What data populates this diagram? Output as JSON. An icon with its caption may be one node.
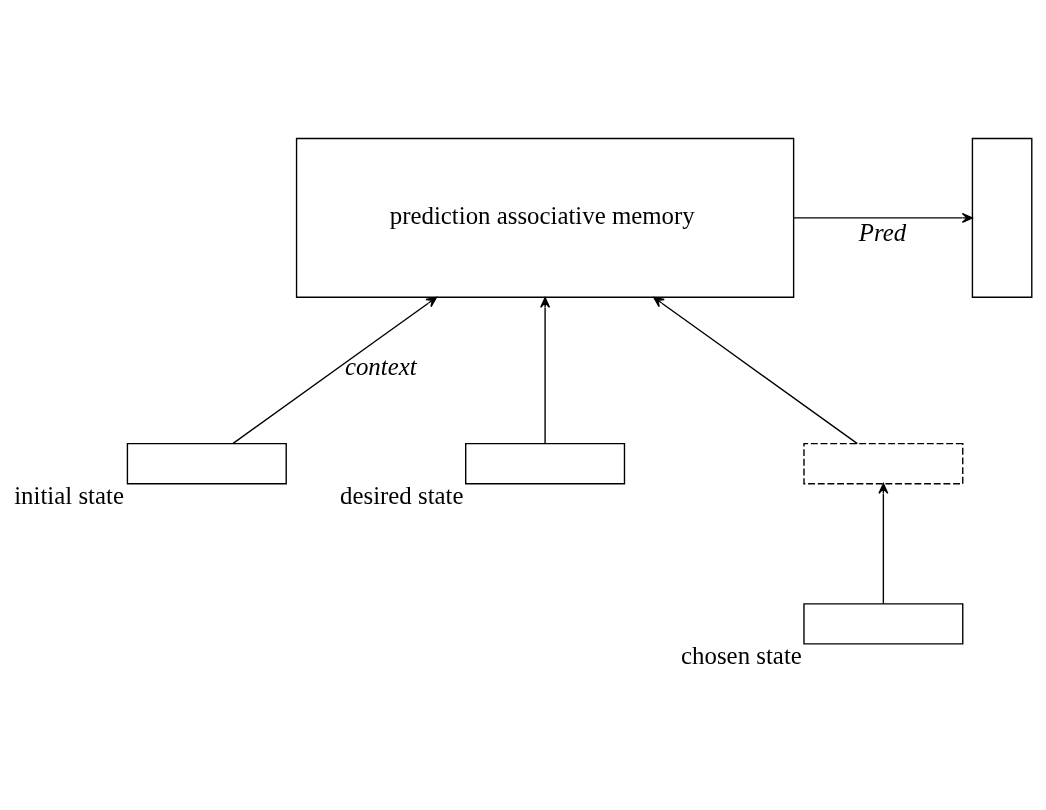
{
  "diagram": {
    "nodes": [
      {
        "text": [
          "prediction associative memory"
        ]
      },
      {
        "text": [],
        "shape": "box"
      },
      {
        "text": [],
        "shape": "box",
        "beside": [
          "initial state"
        ]
      },
      {
        "text": [],
        "shape": "box",
        "beside": [
          "desired state"
        ]
      },
      {
        "text": [],
        "shape": "box"
      },
      {
        "text": [],
        "shape": "box",
        "beside": [
          "chosen state"
        ]
      }
    ],
    "edges": [
      {
        "from": 0,
        "to": 1,
        "arrow": "to",
        "label": "Pred"
      },
      {
        "from": 2,
        "to": 0,
        "arrow": "to",
        "label": "context"
      },
      {
        "from": 3,
        "to": 0,
        "arrow": "to"
      },
      {
        "from": 4,
        "to": 0,
        "arrow": "to"
      },
      {
        "from": 5,
        "to": 4,
        "arrow": "to"
      }
    ]
  }
}
